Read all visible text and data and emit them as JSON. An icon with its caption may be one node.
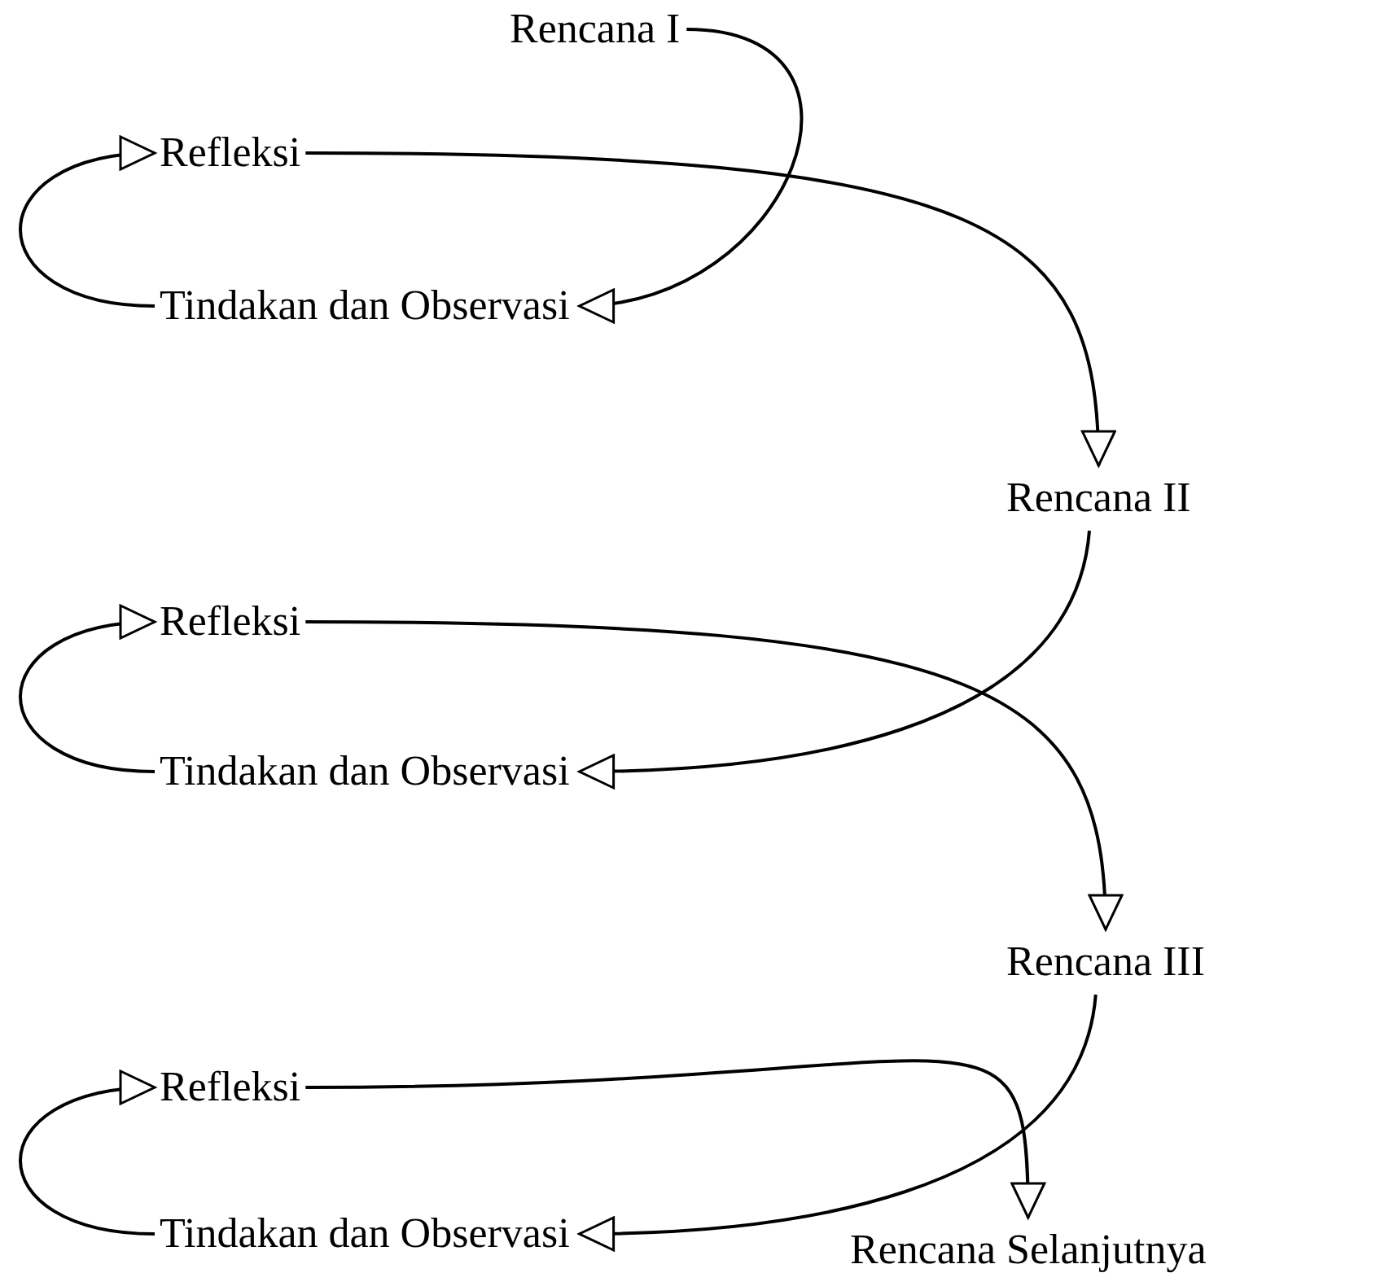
{
  "diagram": {
    "nodes": [
      {
        "text": [
          "Rencana I"
        ]
      },
      {
        "text": [
          "Refleksi"
        ]
      },
      {
        "text": [
          "Tindakan dan Observasi"
        ]
      },
      {
        "text": [
          "Rencana II"
        ]
      },
      {
        "text": [
          "Refleksi"
        ]
      },
      {
        "text": [
          "Tindakan dan Observasi"
        ]
      },
      {
        "text": [
          "Rencana III"
        ]
      },
      {
        "text": [
          "Refleksi"
        ]
      },
      {
        "text": [
          "Tindakan dan Observasi"
        ]
      },
      {
        "text": [
          "Rencana Selanjutnya"
        ]
      }
    ],
    "edges": [
      {
        "from": 0,
        "to": 2,
        "arrow": "to"
      },
      {
        "from": 2,
        "to": 1,
        "arrow": "to"
      },
      {
        "from": 1,
        "to": 3,
        "arrow": "to"
      },
      {
        "from": 3,
        "to": 5,
        "arrow": "to"
      },
      {
        "from": 5,
        "to": 4,
        "arrow": "to"
      },
      {
        "from": 4,
        "to": 6,
        "arrow": "to"
      },
      {
        "from": 6,
        "to": 8,
        "arrow": "to"
      },
      {
        "from": 8,
        "to": 7,
        "arrow": "to"
      },
      {
        "from": 7,
        "to": 9,
        "arrow": "to"
      }
    ]
  }
}
